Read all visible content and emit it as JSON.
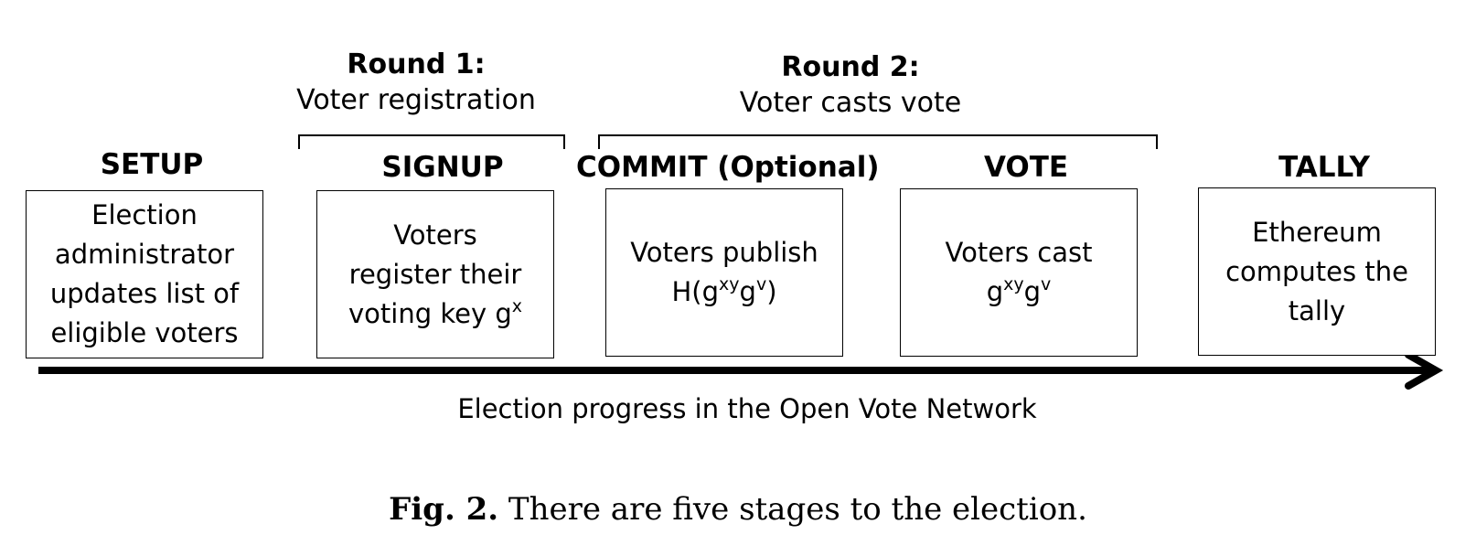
{
  "rounds": [
    {
      "label": "Round 1:",
      "description": "Voter registration"
    },
    {
      "label": "Round 2:",
      "description": "Voter casts vote"
    }
  ],
  "stages": [
    {
      "title": "SETUP",
      "text": [
        "Election",
        "administrator",
        "updates list of",
        "eligible voters"
      ]
    },
    {
      "title": "SIGNUP",
      "text_lines": [
        "Voters",
        "register their"
      ],
      "text_last": "voting key g",
      "text_last_sup": "x"
    },
    {
      "title": "COMMIT (Optional)",
      "text_lines": [
        "Voters publish"
      ],
      "text_last_prefix": "H(g",
      "text_last_sup1": "xy",
      "text_last_mid": "g",
      "text_last_sup2": "v",
      "text_last_suffix": ")"
    },
    {
      "title": "VOTE",
      "text_lines": [
        "Voters cast"
      ],
      "text_last_prefix": "g",
      "text_last_sup1": "xy",
      "text_last_mid": "g",
      "text_last_sup2": "v"
    },
    {
      "title": "TALLY",
      "text": [
        "Ethereum",
        "computes the",
        "tally"
      ]
    }
  ],
  "axis_label": "Election progress in the Open Vote Network",
  "caption": {
    "label": "Fig. 2.",
    "text": "There are five stages to the election."
  }
}
